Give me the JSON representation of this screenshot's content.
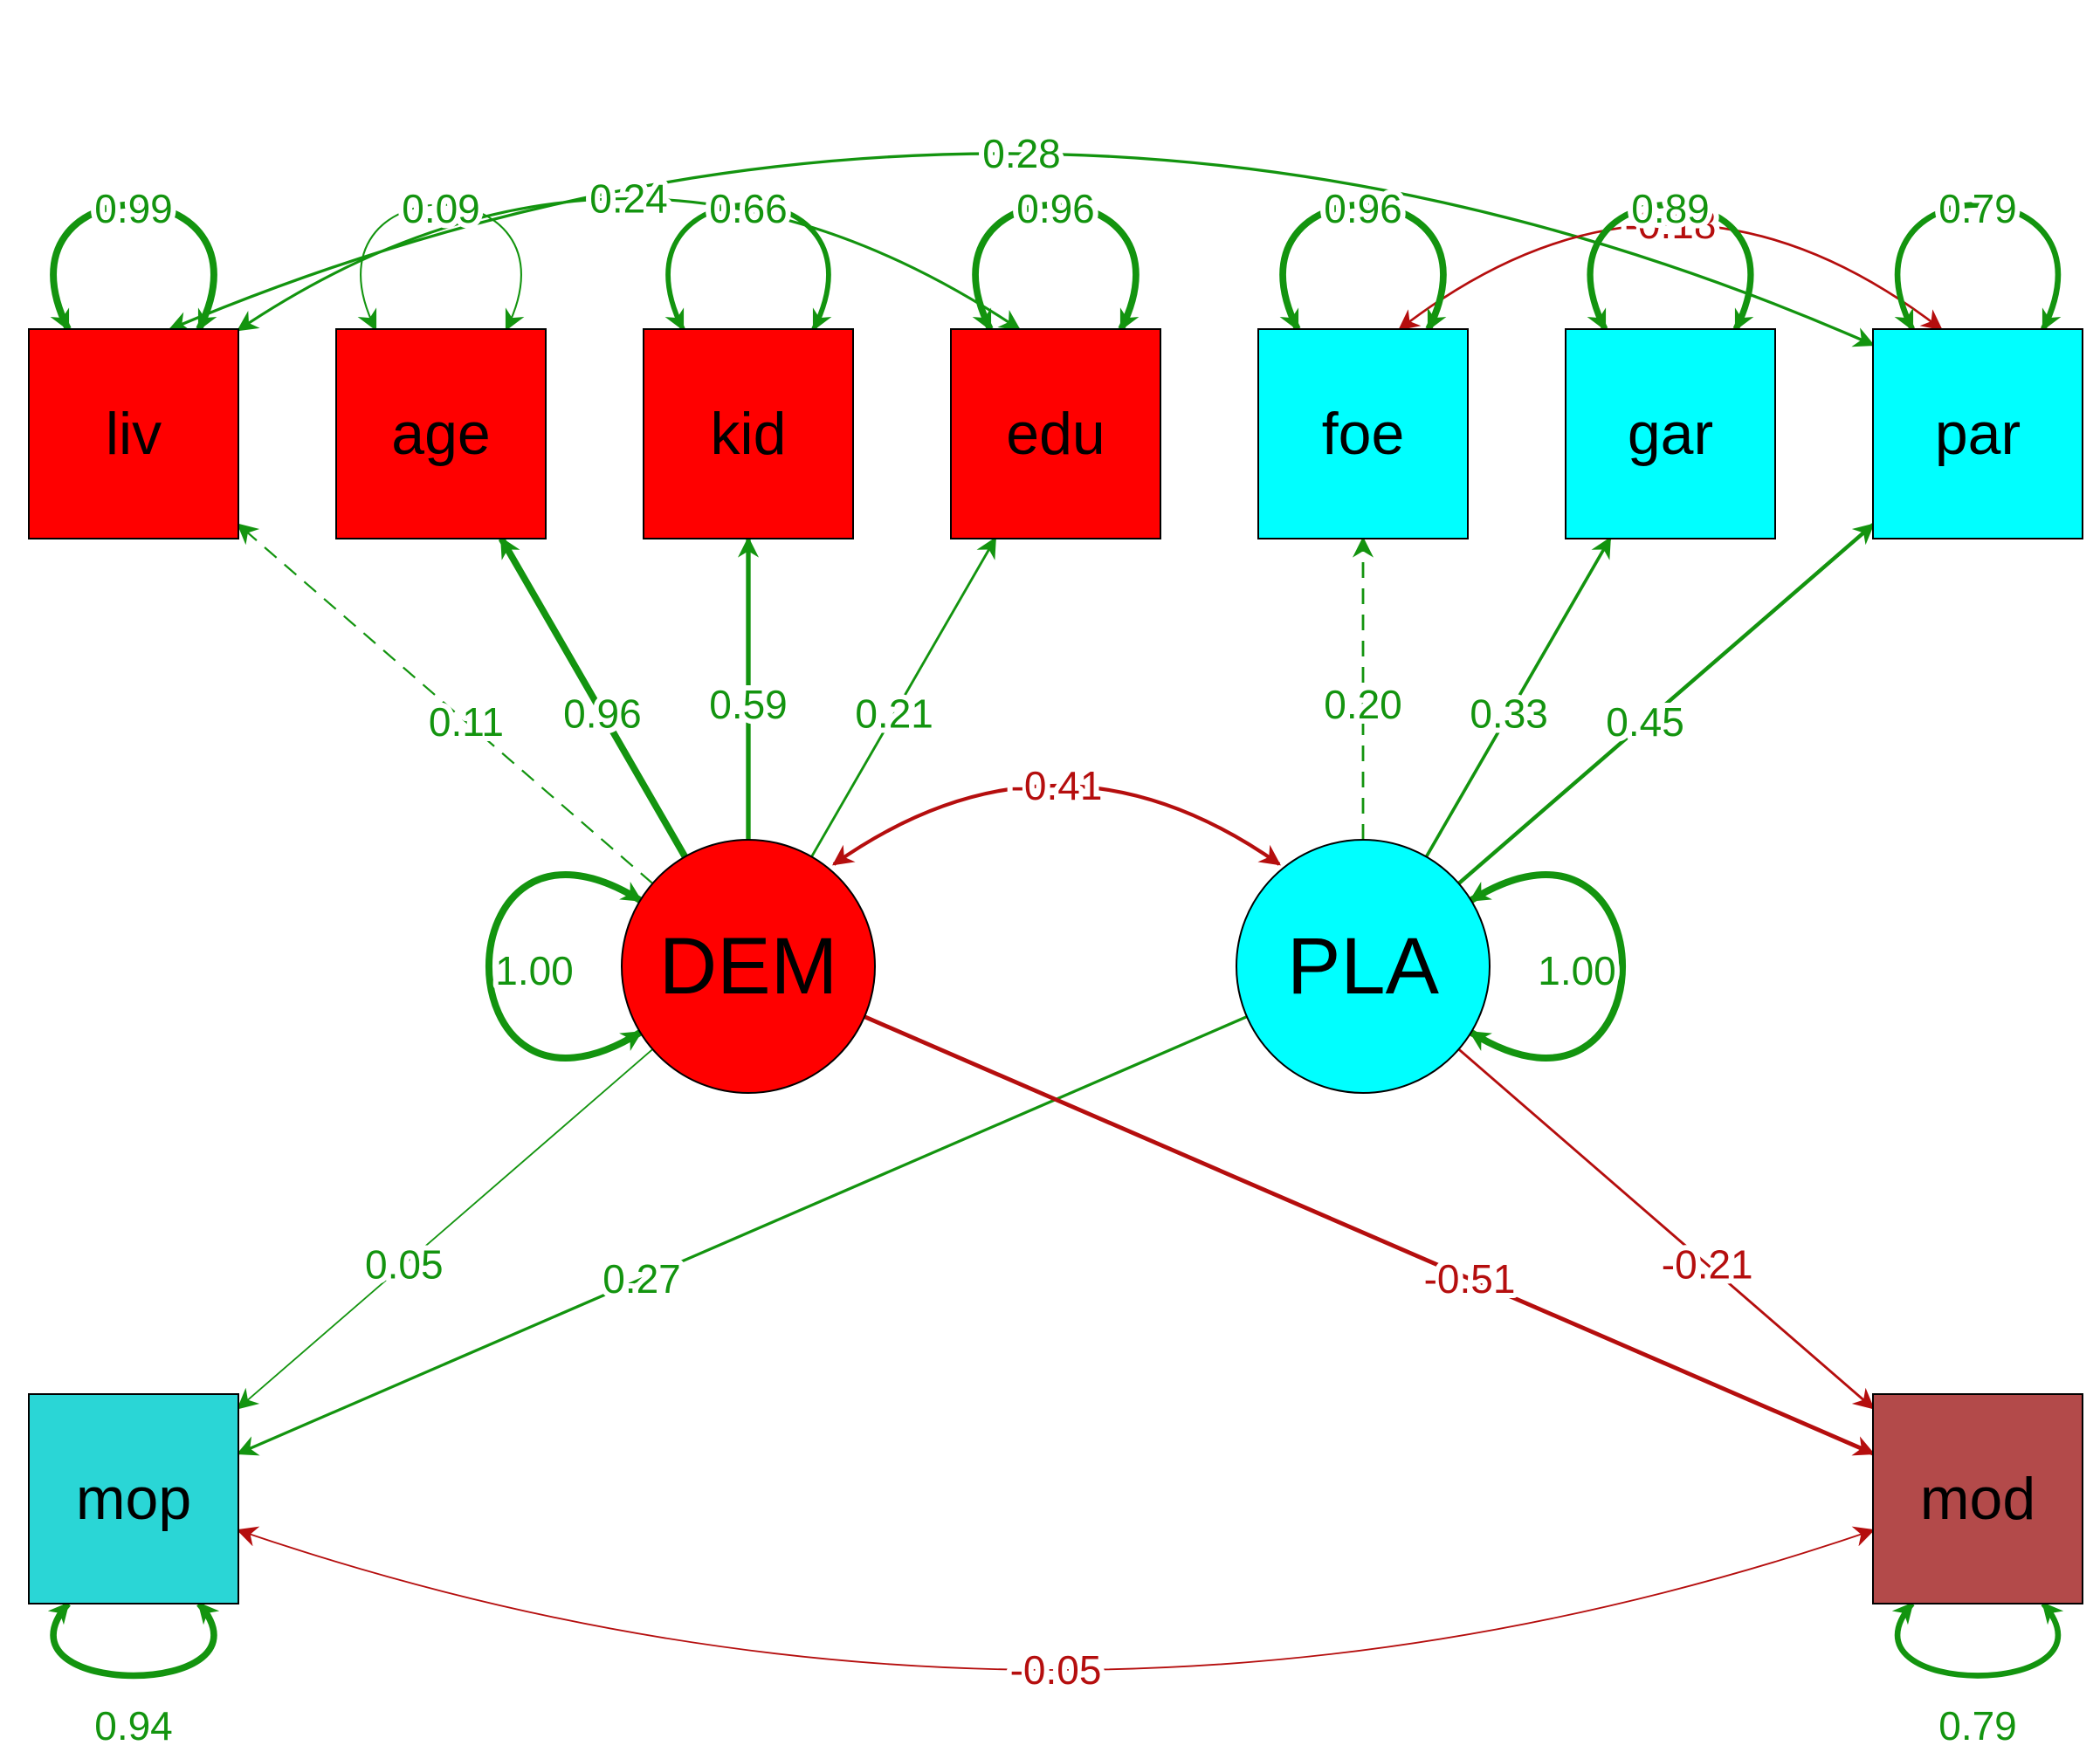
{
  "colors": {
    "positive": "#13940f",
    "negative": "#b50e0e",
    "demographics": "#ff0000",
    "place": "#00ffff",
    "mop": "#2ad6d6",
    "mod": "#b34a4a",
    "outline": "#000000"
  },
  "nodes": [
    {
      "id": "liv",
      "label": "liv",
      "shape": "box",
      "color": "#ff0000"
    },
    {
      "id": "age",
      "label": "age",
      "shape": "box",
      "color": "#ff0000"
    },
    {
      "id": "kid",
      "label": "kid",
      "shape": "box",
      "color": "#ff0000"
    },
    {
      "id": "edu",
      "label": "edu",
      "shape": "box",
      "color": "#ff0000"
    },
    {
      "id": "foe",
      "label": "foe",
      "shape": "box",
      "color": "#00ffff"
    },
    {
      "id": "gar",
      "label": "gar",
      "shape": "box",
      "color": "#00ffff"
    },
    {
      "id": "par",
      "label": "par",
      "shape": "box",
      "color": "#00ffff"
    },
    {
      "id": "DEM",
      "label": "DEM",
      "shape": "circle",
      "color": "#ff0000"
    },
    {
      "id": "PLA",
      "label": "PLA",
      "shape": "circle",
      "color": "#00ffff"
    },
    {
      "id": "mop",
      "label": "mop",
      "shape": "box",
      "color": "#2ad6d6"
    },
    {
      "id": "mod",
      "label": "mod",
      "shape": "box",
      "color": "#b34a4a"
    }
  ],
  "loadings": [
    {
      "from": "DEM",
      "to": "liv",
      "value": 0.11,
      "label": "0.11",
      "dashed": true
    },
    {
      "from": "DEM",
      "to": "age",
      "value": 0.96,
      "label": "0.96",
      "dashed": false
    },
    {
      "from": "DEM",
      "to": "kid",
      "value": 0.59,
      "label": "0.59",
      "dashed": false
    },
    {
      "from": "DEM",
      "to": "edu",
      "value": 0.21,
      "label": "0.21",
      "dashed": false
    },
    {
      "from": "PLA",
      "to": "foe",
      "value": 0.2,
      "label": "0.20",
      "dashed": true
    },
    {
      "from": "PLA",
      "to": "gar",
      "value": 0.33,
      "label": "0.33",
      "dashed": false
    },
    {
      "from": "PLA",
      "to": "par",
      "value": 0.45,
      "label": "0.45",
      "dashed": false
    }
  ],
  "regressions": [
    {
      "from": "DEM",
      "to": "mop",
      "value": 0.05,
      "label": "0.05"
    },
    {
      "from": "PLA",
      "to": "mop",
      "value": 0.27,
      "label": "0.27"
    },
    {
      "from": "DEM",
      "to": "mod",
      "value": -0.51,
      "label": "-0.51"
    },
    {
      "from": "PLA",
      "to": "mod",
      "value": -0.21,
      "label": "-0.21"
    }
  ],
  "covariances": [
    {
      "a": "DEM",
      "b": "PLA",
      "value": -0.41,
      "label": "-0.41"
    },
    {
      "a": "liv",
      "b": "par",
      "value": 0.28,
      "label": "0.28"
    },
    {
      "a": "liv",
      "b": "edu",
      "value": 0.24,
      "label": "0.24"
    },
    {
      "a": "foe",
      "b": "par",
      "value": -0.18,
      "label": "-0.18"
    },
    {
      "a": "mop",
      "b": "mod",
      "value": -0.05,
      "label": "-0.05"
    }
  ],
  "residuals": [
    {
      "node": "liv",
      "value": 0.99,
      "label": "0.99"
    },
    {
      "node": "age",
      "value": 0.09,
      "label": "0.09"
    },
    {
      "node": "kid",
      "value": 0.66,
      "label": "0.66"
    },
    {
      "node": "edu",
      "value": 0.96,
      "label": "0.96"
    },
    {
      "node": "foe",
      "value": 0.96,
      "label": "0.96"
    },
    {
      "node": "gar",
      "value": 0.89,
      "label": "0.89"
    },
    {
      "node": "par",
      "value": 0.79,
      "label": "0.79"
    },
    {
      "node": "DEM",
      "value": 1.0,
      "label": "1.00"
    },
    {
      "node": "PLA",
      "value": 1.0,
      "label": "1.00"
    },
    {
      "node": "mop",
      "value": 0.94,
      "label": "0.94"
    },
    {
      "node": "mod",
      "value": 0.79,
      "label": "0.79"
    }
  ]
}
